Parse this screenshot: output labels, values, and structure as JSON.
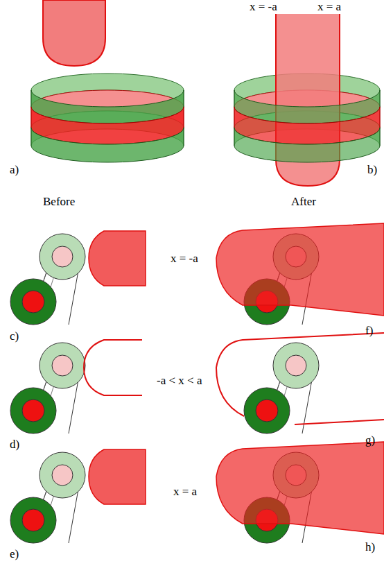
{
  "diagram": {
    "labels": [
      "x = -a",
      "x = a",
      "a)",
      "b)",
      "Before",
      "After",
      "x = -a",
      "c)",
      "f)",
      "-a < x < a",
      "d)",
      "g)",
      "x = a",
      "e)",
      "h)"
    ]
  }
}
